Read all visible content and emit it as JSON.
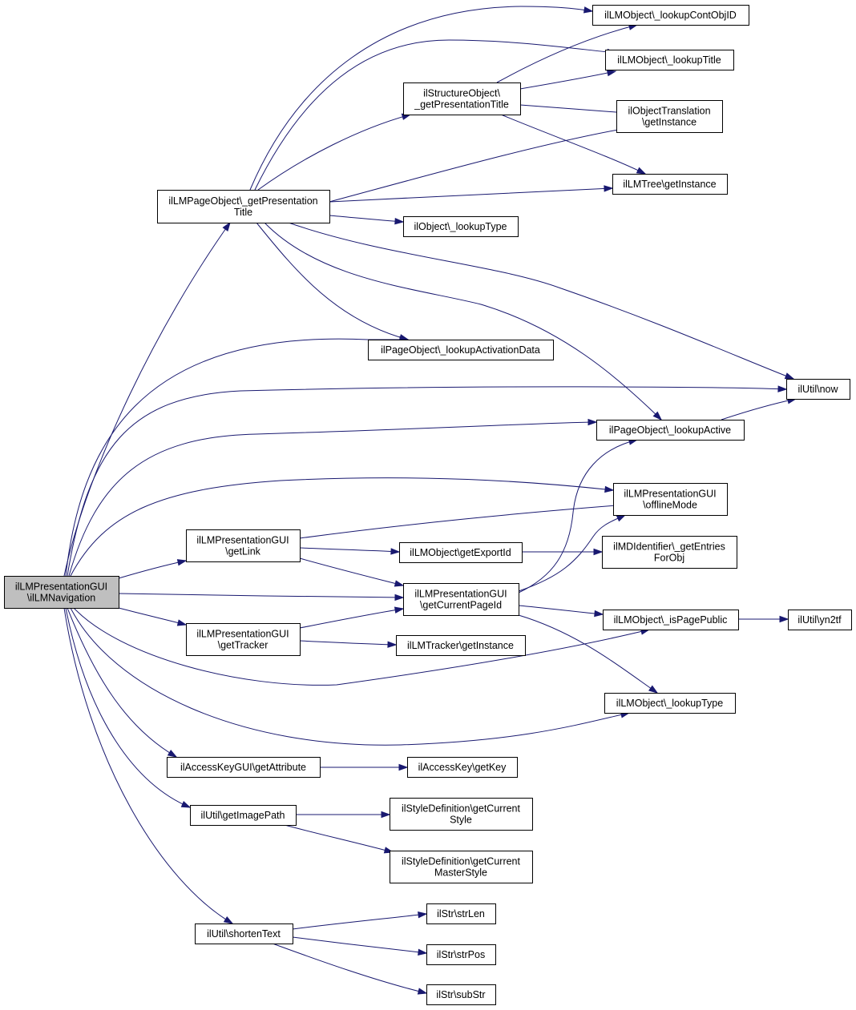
{
  "nodes": {
    "root": [
      "ilLMPresentationGUI",
      "\\ilLMNavigation"
    ],
    "lmPageTitle": [
      "ilLMPageObject\\_getPresentation",
      "Title"
    ],
    "lookupContObjID": [
      "ilLMObject\\_lookupContObjID"
    ],
    "lmLookupTitle": [
      "ilLMObject\\_lookupTitle"
    ],
    "structPresTitle": [
      "ilStructureObject\\",
      "_getPresentationTitle"
    ],
    "objTranslation": [
      "ilObjectTranslation",
      "\\getInstance"
    ],
    "lmTreeInstance": [
      "ilLMTree\\getInstance"
    ],
    "objLookupType": [
      "ilObject\\_lookupType"
    ],
    "lookupActivationData": [
      "ilPageObject\\_lookupActivationData"
    ],
    "utilNow": [
      "ilUtil\\now"
    ],
    "lookupActive": [
      "ilPageObject\\_lookupActive"
    ],
    "offlineMode": [
      "ilLMPresentationGUI",
      "\\offlineMode"
    ],
    "getLink": [
      "ilLMPresentationGUI",
      "\\getLink"
    ],
    "getExportId": [
      "ilLMObject\\getExportId"
    ],
    "mdEntries": [
      "ilMDIdentifier\\_getEntries",
      "ForObj"
    ],
    "getCurrentPageId": [
      "ilLMPresentationGUI",
      "\\getCurrentPageId"
    ],
    "isPagePublic": [
      "ilLMObject\\_isPagePublic"
    ],
    "yn2tf": [
      "ilUtil\\yn2tf"
    ],
    "getTracker": [
      "ilLMPresentationGUI",
      "\\getTracker"
    ],
    "trackerInstance": [
      "ilLMTracker\\getInstance"
    ],
    "lmLookupType": [
      "ilLMObject\\_lookupType"
    ],
    "accessKeyAttr": [
      "ilAccessKeyGUI\\getAttribute"
    ],
    "accessKeyGetKey": [
      "ilAccessKey\\getKey"
    ],
    "getImagePath": [
      "ilUtil\\getImagePath"
    ],
    "styleCurrent": [
      "ilStyleDefinition\\getCurrent",
      "Style"
    ],
    "styleMaster": [
      "ilStyleDefinition\\getCurrent",
      "MasterStyle"
    ],
    "shortenText": [
      "ilUtil\\shortenText"
    ],
    "strLen": [
      "ilStr\\strLen"
    ],
    "strPos": [
      "ilStr\\strPos"
    ],
    "subStr": [
      "ilStr\\subStr"
    ]
  },
  "edges": [
    [
      "root",
      "lmPageTitle"
    ],
    [
      "root",
      "lookupActivationData"
    ],
    [
      "root",
      "utilNow"
    ],
    [
      "root",
      "lookupActive"
    ],
    [
      "root",
      "offlineMode"
    ],
    [
      "root",
      "getLink"
    ],
    [
      "root",
      "getCurrentPageId"
    ],
    [
      "root",
      "getTracker"
    ],
    [
      "root",
      "isPagePublic"
    ],
    [
      "root",
      "lmLookupType"
    ],
    [
      "root",
      "accessKeyAttr"
    ],
    [
      "root",
      "getImagePath"
    ],
    [
      "root",
      "shortenText"
    ],
    [
      "lmPageTitle",
      "lookupContObjID"
    ],
    [
      "lmPageTitle",
      "lmLookupTitle"
    ],
    [
      "lmPageTitle",
      "structPresTitle"
    ],
    [
      "lmPageTitle",
      "objTranslation"
    ],
    [
      "lmPageTitle",
      "lmTreeInstance"
    ],
    [
      "lmPageTitle",
      "objLookupType"
    ],
    [
      "lmPageTitle",
      "lookupActivationData"
    ],
    [
      "lmPageTitle",
      "utilNow"
    ],
    [
      "lmPageTitle",
      "lookupActive"
    ],
    [
      "structPresTitle",
      "lookupContObjID"
    ],
    [
      "structPresTitle",
      "lmLookupTitle"
    ],
    [
      "structPresTitle",
      "objTranslation"
    ],
    [
      "structPresTitle",
      "lmTreeInstance"
    ],
    [
      "lookupActive",
      "utilNow"
    ],
    [
      "getLink",
      "offlineMode"
    ],
    [
      "getLink",
      "getExportId"
    ],
    [
      "getLink",
      "getCurrentPageId"
    ],
    [
      "getExportId",
      "mdEntries"
    ],
    [
      "getCurrentPageId",
      "lookupActive"
    ],
    [
      "getCurrentPageId",
      "offlineMode"
    ],
    [
      "getCurrentPageId",
      "isPagePublic"
    ],
    [
      "getCurrentPageId",
      "lmLookupType"
    ],
    [
      "isPagePublic",
      "yn2tf"
    ],
    [
      "getTracker",
      "getCurrentPageId"
    ],
    [
      "getTracker",
      "trackerInstance"
    ],
    [
      "accessKeyAttr",
      "accessKeyGetKey"
    ],
    [
      "getImagePath",
      "styleCurrent"
    ],
    [
      "getImagePath",
      "styleMaster"
    ],
    [
      "shortenText",
      "strLen"
    ],
    [
      "shortenText",
      "strPos"
    ],
    [
      "shortenText",
      "subStr"
    ]
  ]
}
